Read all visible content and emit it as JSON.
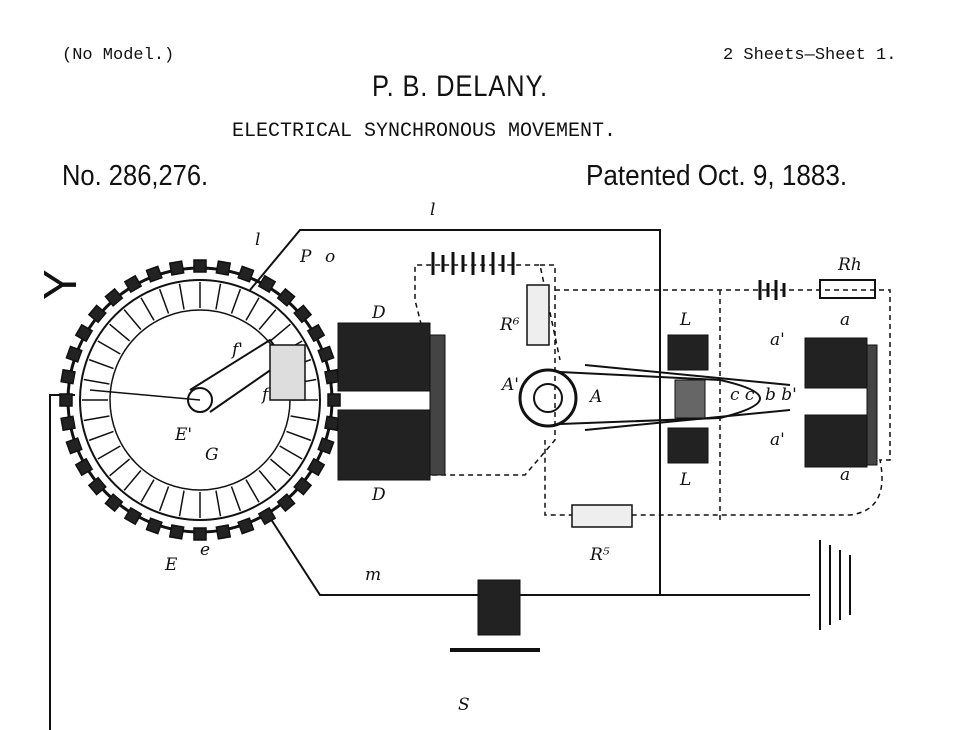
{
  "header": {
    "no_model": "(No Model.)",
    "sheets": "2 Sheets—Sheet 1.",
    "inventor": "P. B. DELANY.",
    "title": "ELECTRICAL SYNCHRONOUS MOVEMENT.",
    "patent_number": "No. 286,276.",
    "patent_date": "Patented Oct. 9, 1883."
  },
  "figure": {
    "figure_label": "Y",
    "labels": {
      "l_top": "l",
      "l_left": "l",
      "P": "P",
      "o": "o",
      "D_top": "D",
      "D_bottom": "D",
      "R6": "R⁶",
      "A_prime": "A'",
      "A": "A",
      "L_top": "L",
      "L_bottom": "L",
      "a_prime_top": "a'",
      "a_top": "a",
      "a_prime_bottom": "a'",
      "a_bottom": "a",
      "Rh": "Rh",
      "E_prime": "E'",
      "G": "G",
      "f": "f",
      "f_prime": "f'",
      "E": "E",
      "e": "e",
      "m": "m",
      "R5": "R⁵",
      "S": "S",
      "c": "c c",
      "b": "b b'"
    }
  }
}
